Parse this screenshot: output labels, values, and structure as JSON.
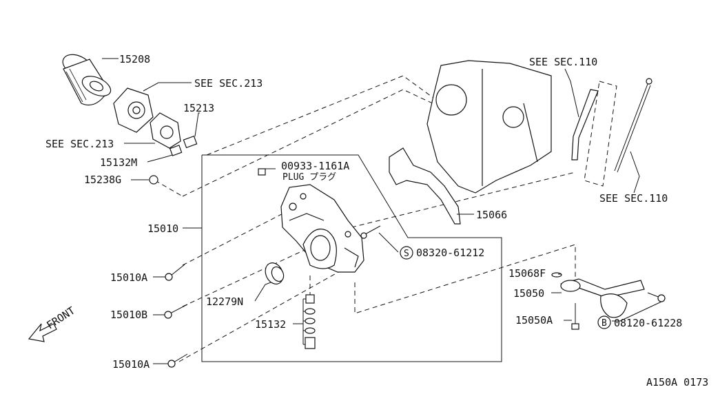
{
  "diagram": {
    "labels": {
      "p15208": "15208",
      "see213_top": "SEE SEC.213",
      "p15213": "15213",
      "see213_left": "SEE SEC.213",
      "p15132M": "15132M",
      "p15238G": "15238G",
      "p00933": "00933-1161A",
      "plug": "PLUG プラグ",
      "p15010": "15010",
      "p15010A_1": "15010A",
      "p15010B": "15010B",
      "p15010A_2": "15010A",
      "p12279N": "12279N",
      "p15132": "15132",
      "s_letter": "S",
      "p08320": "08320-61212",
      "p15066": "15066",
      "see110_top": "SEE SEC.110",
      "see110_right": "SEE SEC.110",
      "p15068F": "15068F",
      "p15050": "15050",
      "p15050A": "15050A",
      "b_letter": "B",
      "p08120": "08120-61228",
      "front": "FRONT",
      "code": "A150A 0173"
    }
  }
}
